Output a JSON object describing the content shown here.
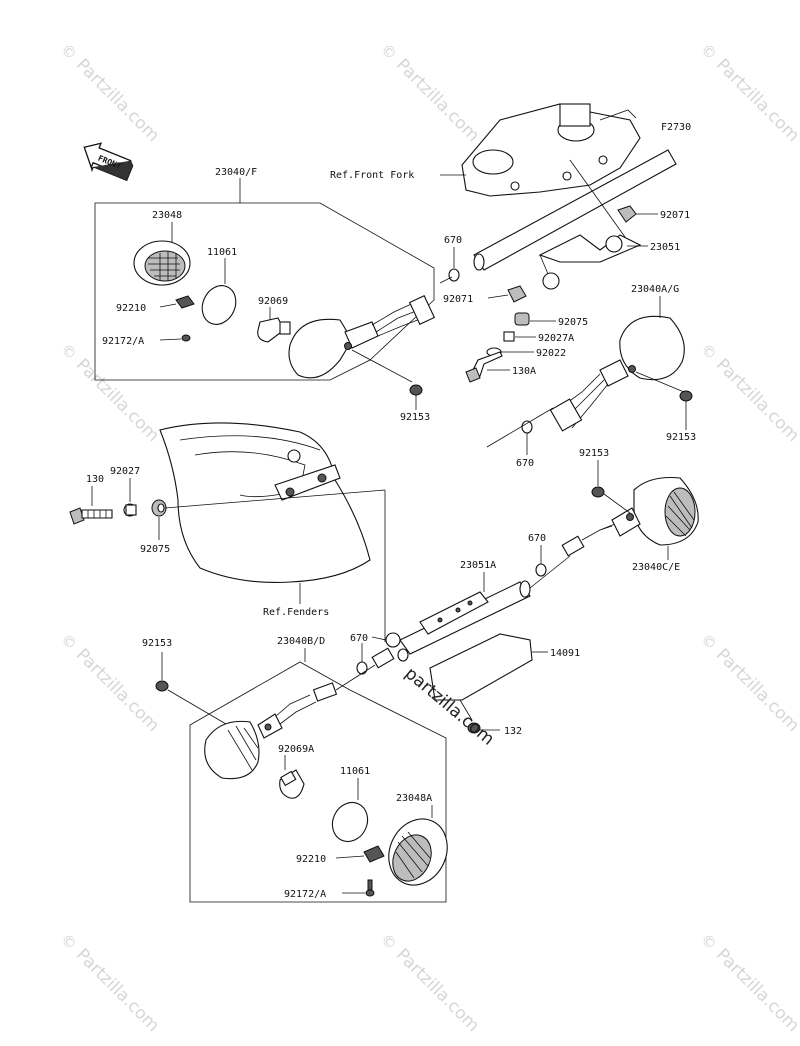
{
  "diagram_code": "F2730",
  "front_badge": "FRONT",
  "refs": {
    "front_fork": "Ref.Front Fork",
    "fenders": "Ref.Fenders"
  },
  "labels": {
    "l23040F": "23040/F",
    "l23048": "23048",
    "l11061a": "11061",
    "l92210a": "92210",
    "l92172a": "92172/A",
    "l92069": "92069",
    "l670a": "670",
    "l92071a": "92071",
    "l92071b": "92071",
    "l23051": "23051",
    "l92075a": "92075",
    "l92027A": "92027A",
    "l92022": "92022",
    "l130A": "130A",
    "l23040AG": "23040A/G",
    "l92153a": "92153",
    "l92153b": "92153",
    "l670b": "670",
    "l130": "130",
    "l92027": "92027",
    "l92075b": "92075",
    "l92153c": "92153",
    "l23040CE": "23040C/E",
    "l670c": "670",
    "l23051A": "23051A",
    "l92153d": "92153",
    "l23040BD": "23040B/D",
    "l670d": "670",
    "l14091": "14091",
    "l132": "132",
    "l92069A": "92069A",
    "l11061b": "11061",
    "l23048A": "23048A",
    "l92210b": "92210",
    "l92172b": "92172/A"
  },
  "watermark": {
    "text": "Partzilla.com",
    "symbol": "©",
    "center_text": "partzilla.com"
  }
}
